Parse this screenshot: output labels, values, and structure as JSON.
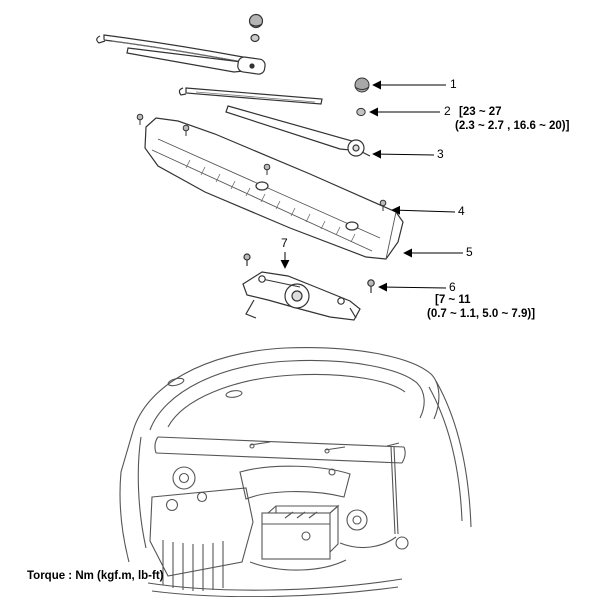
{
  "diagram": {
    "callouts": {
      "c1": {
        "num": "1"
      },
      "c2": {
        "num": "2",
        "spec1": "[23 ~ 27",
        "spec2": "(2.3 ~ 2.7 , 16.6 ~ 20)]"
      },
      "c3": {
        "num": "3"
      },
      "c4": {
        "num": "4"
      },
      "c5": {
        "num": "5"
      },
      "c6": {
        "num": "6",
        "spec1": "[7 ~ 11",
        "spec2": "(0.7 ~ 1.1, 5.0 ~ 7.9)]"
      },
      "c7": {
        "num": "7"
      }
    },
    "footer_note": "Torque : Nm (kgf.m, lb-ft)",
    "colors": {
      "line": "#333333",
      "background": "#ffffff"
    }
  }
}
